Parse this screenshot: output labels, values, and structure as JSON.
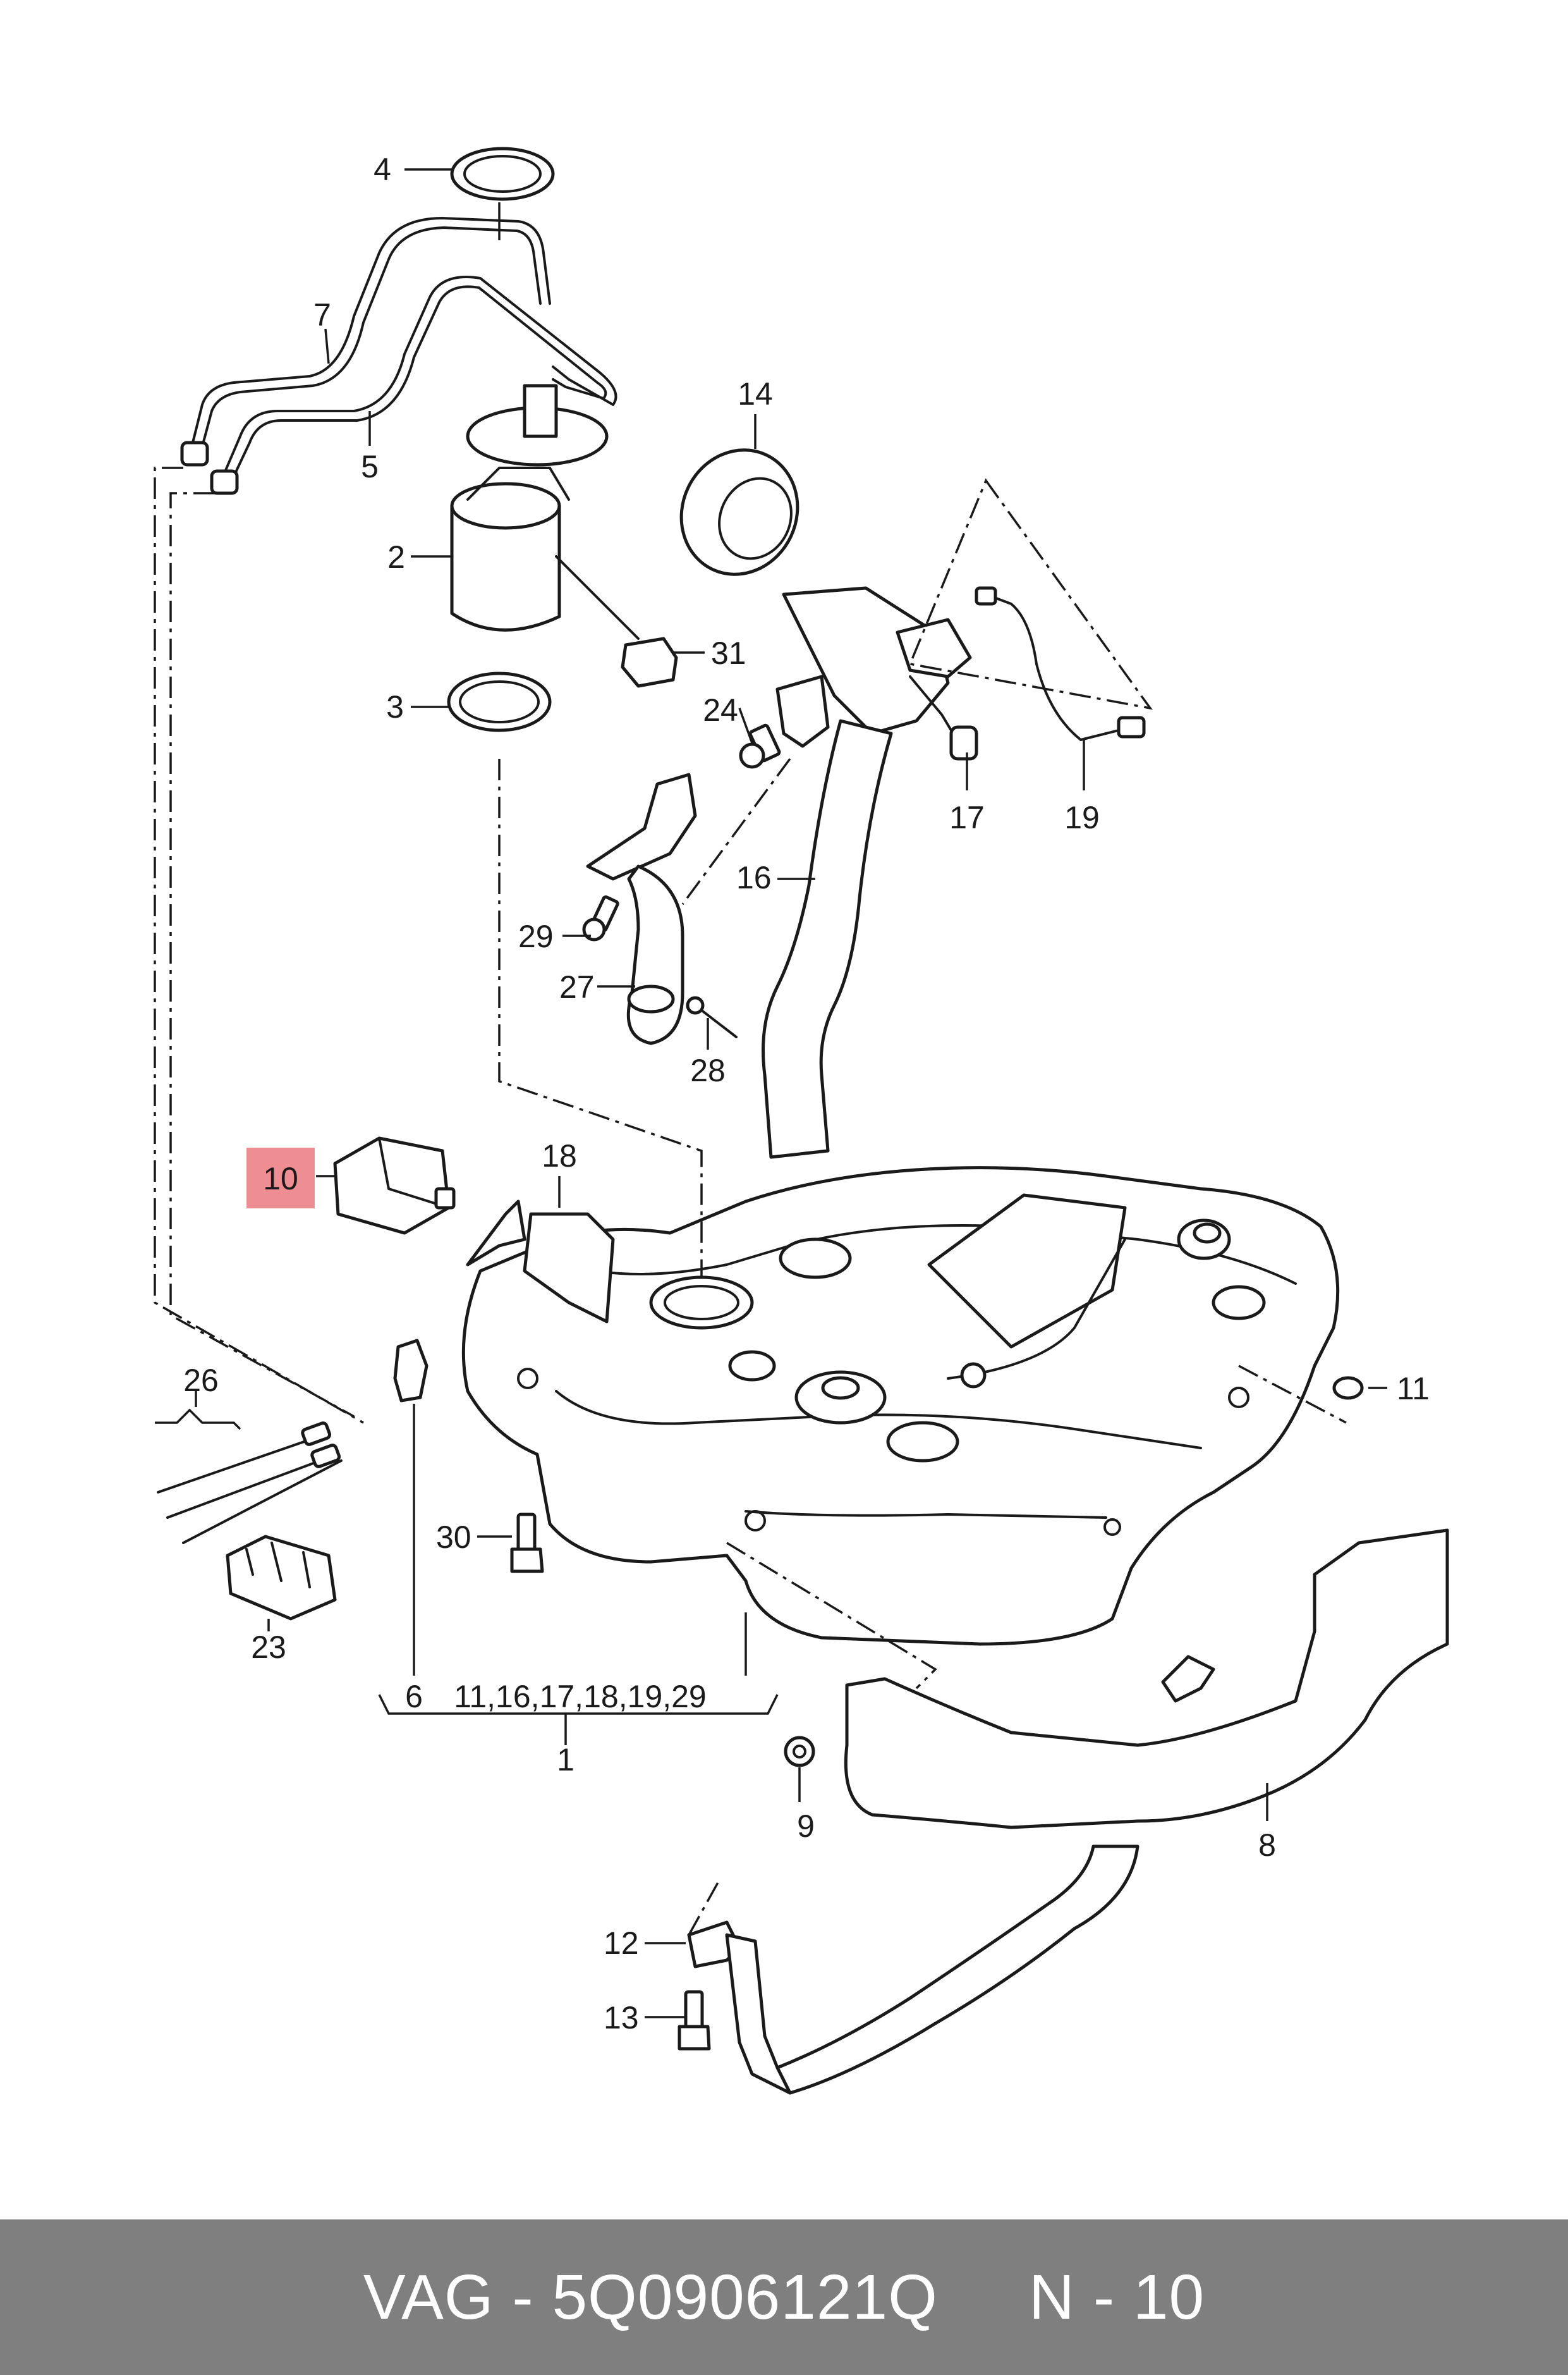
{
  "callouts": {
    "p1": "1",
    "p2": "2",
    "p3": "3",
    "p4": "4",
    "p5": "5",
    "p6": "6",
    "p7": "7",
    "p8": "8",
    "p9": "9",
    "p10": "10",
    "p11": "11",
    "p12": "12",
    "p13": "13",
    "p14": "14",
    "p16": "16",
    "p17": "17",
    "p18": "18",
    "p19": "19",
    "p23": "23",
    "p24": "24",
    "p26": "26",
    "p27": "27",
    "p28": "28",
    "p29": "29",
    "p30": "30",
    "p31": "31",
    "group": "11,16,17,18,19,29"
  },
  "highlight": {
    "label": "10",
    "color": "#ee8e92"
  },
  "footer": {
    "text": "VAG - 5Q0906121Q     N - 10",
    "background": "#7f7f80",
    "text_color": "#ffffff"
  }
}
